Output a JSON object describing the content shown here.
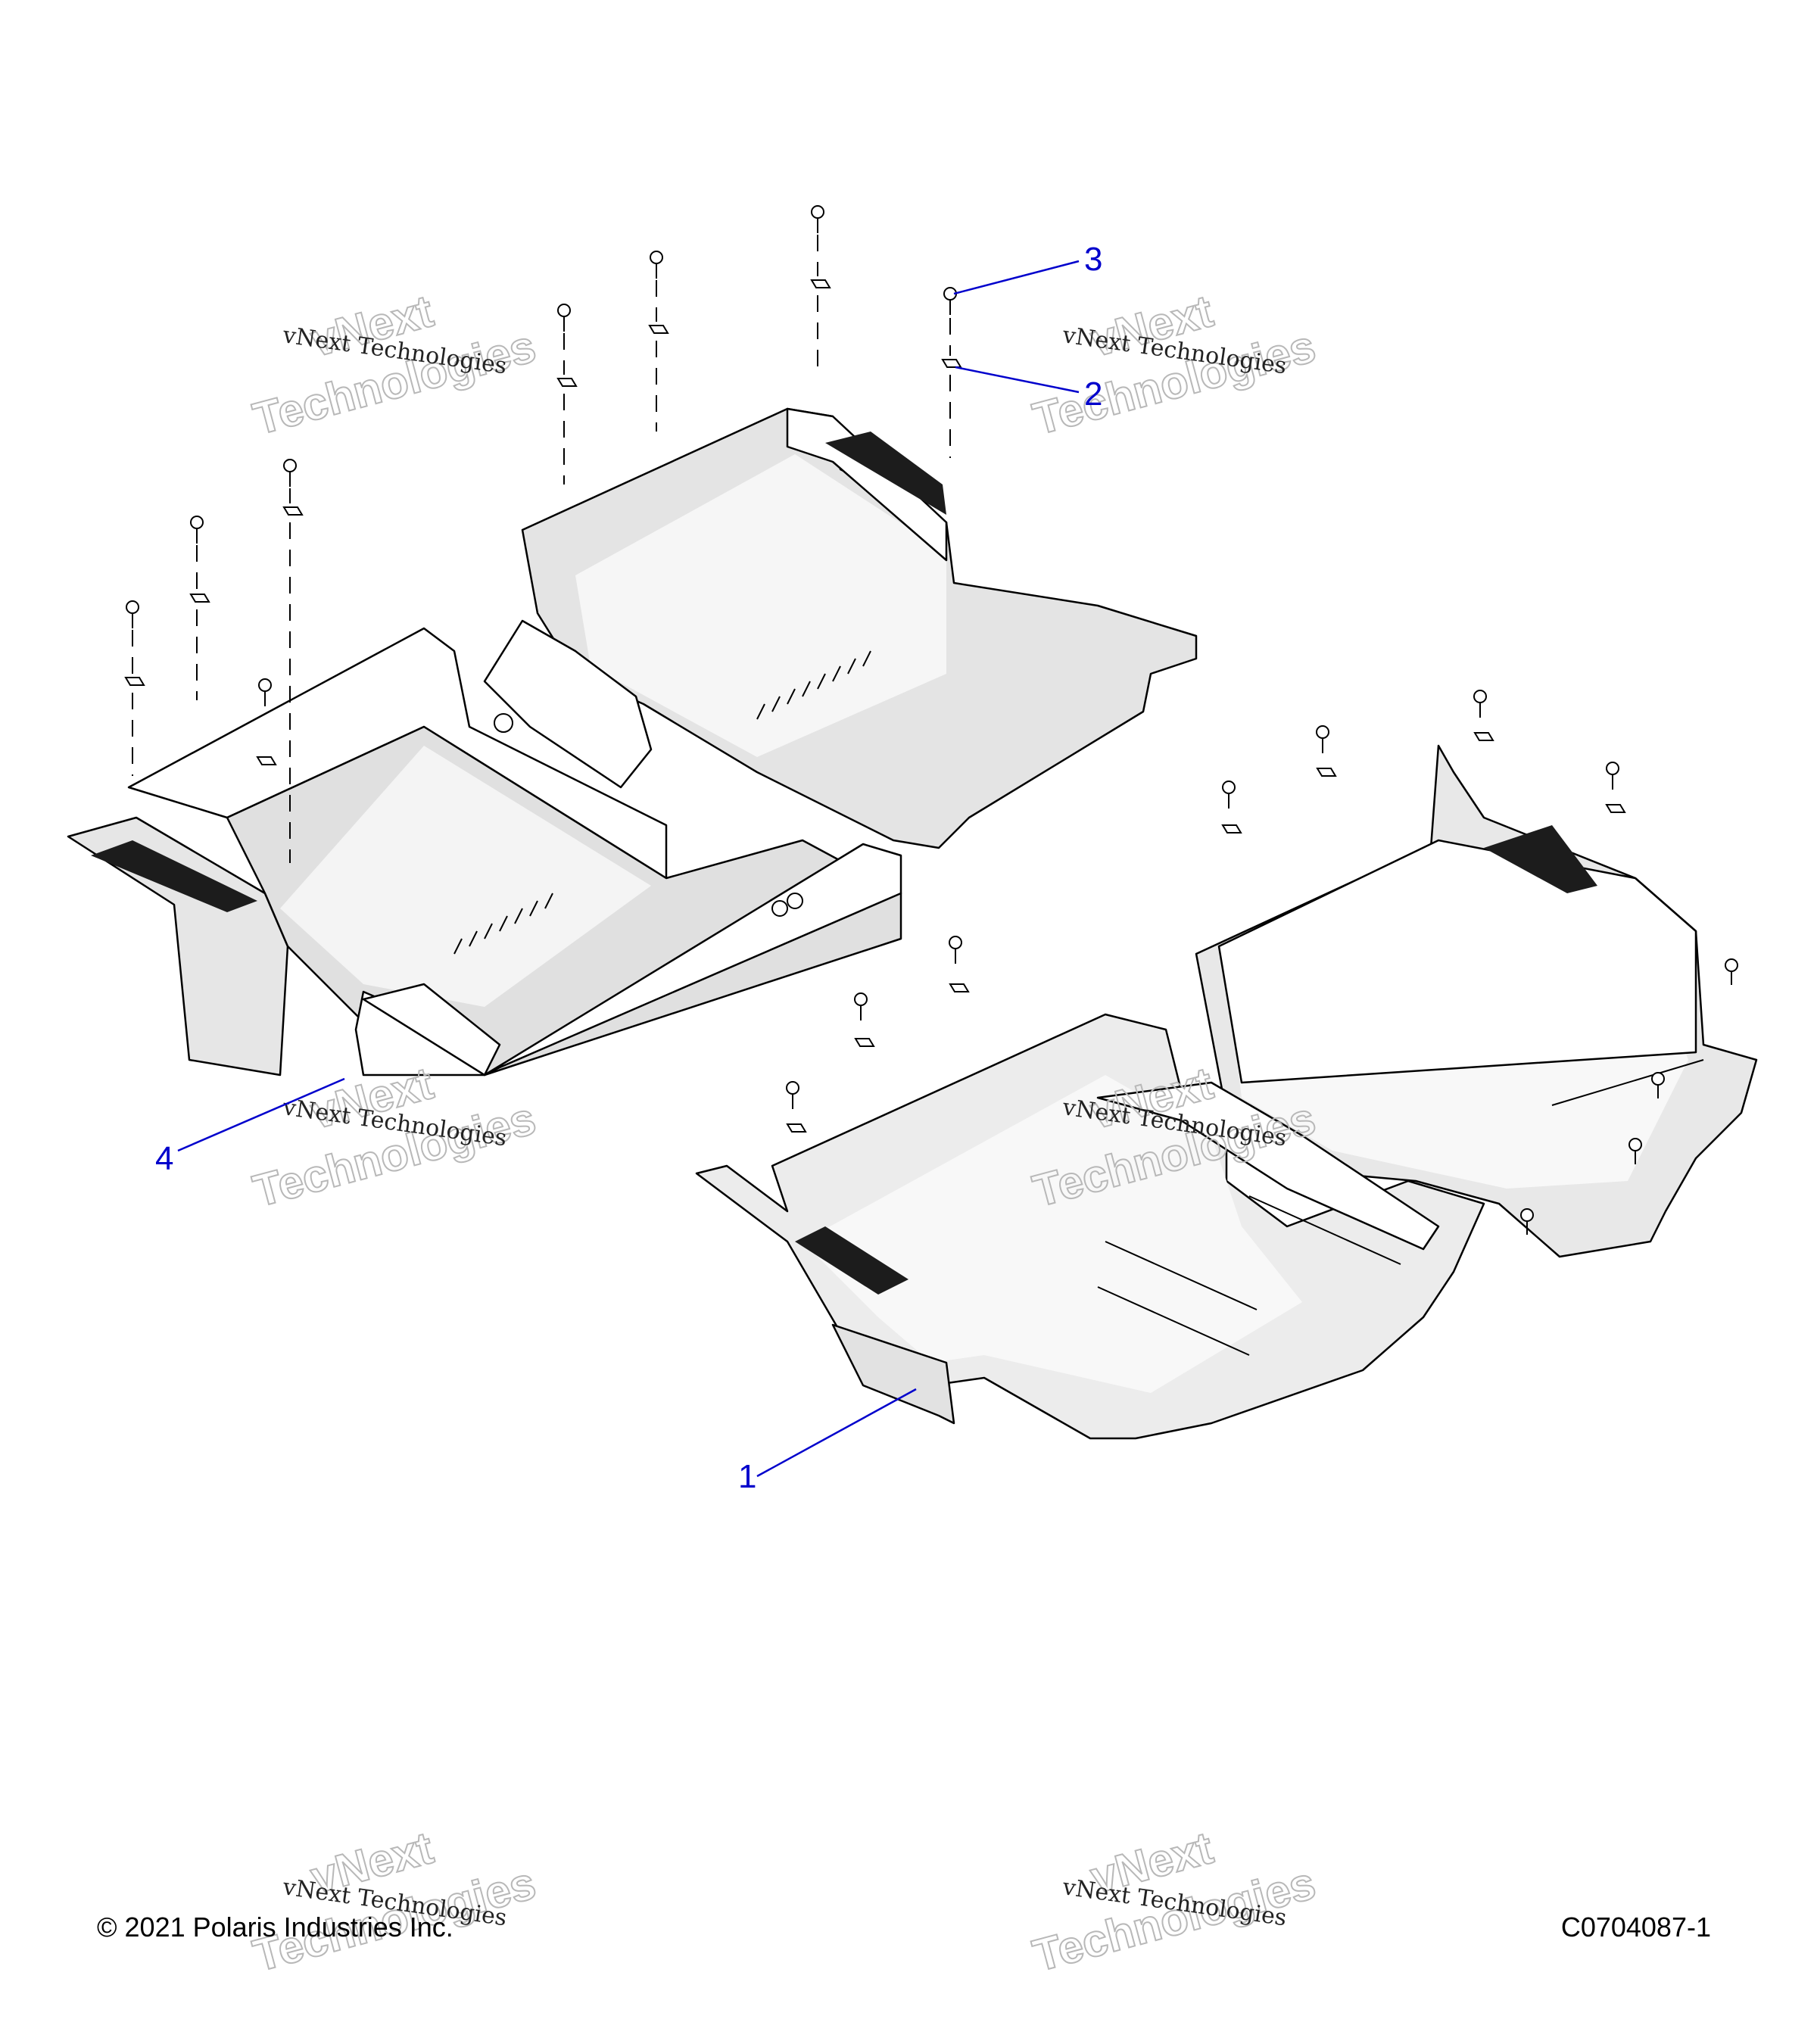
{
  "diagram": {
    "callouts": [
      {
        "id": "1",
        "label": "1"
      },
      {
        "id": "2",
        "label": "2"
      },
      {
        "id": "3",
        "label": "3"
      },
      {
        "id": "4",
        "label": "4"
      }
    ],
    "watermark": {
      "line1": "vNext",
      "line2": "vNext Technologies",
      "line3": "Technologies"
    },
    "callout_color": "#0000cc",
    "panel_fill": "#e6e6e6",
    "mat_fill": "#1c1c1c"
  },
  "footer": {
    "copyright": "© 2021 Polaris Industries Inc.",
    "drawing_number": "C0704087-1"
  }
}
